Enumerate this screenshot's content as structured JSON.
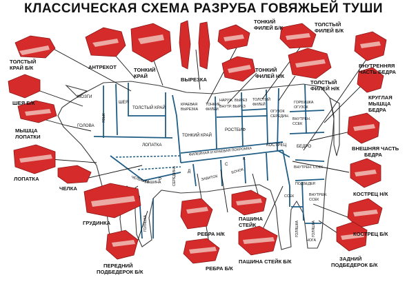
{
  "title": "КЛАССИЧЕСКАЯ СХЕМА РАЗРУБА ГОВЯЖЬЕЙ ТУШИ",
  "outer_labels": {
    "tolsty_kray": [
      "ТОЛСТЫЙ",
      "КРАЙ Б/К"
    ],
    "antrekot": "АНТРЕКОТ",
    "vyrezka": "ВЫРЕЗКА",
    "tonky_kray": [
      "ТОНКИЙ",
      "КРАЙ"
    ],
    "tonky_file_bk": [
      "ТОНКИЙ",
      "ФИЛЕЙ Б/К"
    ],
    "tolsty_file_bk": [
      "ТОЛСТЫЙ",
      "ФИЛЕЙ Б/К"
    ],
    "tonky_file_nk": [
      "ТОНКИЙ",
      "ФИЛЕЙ Н/К"
    ],
    "tolsty_file_nk": [
      "ТОЛСТЫЙ",
      "ФИЛЕЙ Н/К"
    ],
    "sheya_bk": "ШЕЯ Б/К",
    "vnutr_bedro": [
      "ВНУТРЕННЯЯ",
      "ЧАСТЬ БЕДРА"
    ],
    "kruglaya": [
      "КРУГЛАЯ",
      "МЫШЦА",
      "БЕДРА"
    ],
    "myshtsa_lopatki": [
      "МЫШЦА",
      "ЛОПАТКИ"
    ],
    "vnesh_bedro": [
      "ВНЕШНЯЯ ЧАСТЬ",
      "БЕДРА"
    ],
    "lopatka": "ЛОПАТКА",
    "chelka": "ЧЕЛКА",
    "kostrets_nk": "КОСТРЕЦ Н/К",
    "grudinka": "ГРУДИНКА",
    "rebra_nk": [
      "РЕБРА Н/К"
    ],
    "pashina_steik": [
      "ПАШИНА",
      "СТЕЙК"
    ],
    "kostrets_bk": "КОСТРЕЦ Б/К",
    "peredny_podb": [
      "ПЕРЕДНИЙ",
      "ПОДБЕДЕРОК Б/К"
    ],
    "rebra_bk": "РЕБРА Б/К",
    "pashina_steik_bk": "ПАШИНА СТЕЙК Б/К",
    "zadny_podb": [
      "ЗАДНИЙ",
      "ПОДБЕДЕРОК Б/К"
    ]
  },
  "inner_labels": {
    "mozgi": "МОЗГИ",
    "yazyk": "ЯЗЫК",
    "golova": "ГОЛОВА",
    "sheya": "ШЕЯ",
    "tolsty_kray": "ТОЛСТЫЙ КРАЙ",
    "lopatka": "ЛОПАТКА",
    "kraevaya_vyrezka": [
      "КРАЕВАЯ",
      "ВЫРЕЗКА"
    ],
    "tonkie_filei": [
      "ТОНКИЕ",
      "ФИЛЕИ"
    ],
    "naruzh_vyrez": [
      "НАРУЖ. ВЫРЕЗ",
      "ВНУТР. ВЫРЕЗ"
    ],
    "tolstye_filei": [
      "ТОЛСТЫЙ",
      "ФИЛЕЙ"
    ],
    "ogузок_seredina": [
      "ОГУЗОК",
      "СЕРЕДИН."
    ],
    "gorbushka": [
      "ГОРБУШКА",
      "ОГУЗОК"
    ],
    "vnutr_ssek": [
      "ВНУТРЕН.",
      "ССЕК"
    ],
    "rostbif": "РОСТБИФ",
    "tonky_kray": "ТОНКИЙ КРАЙ",
    "kostrets": "КОСТРЕЦ",
    "bedro": "БЕДРО",
    "filey_kraev": "ФИЛЕЙНАЯ И КРАЕВАЯ ПОКРОМКА",
    "vnutren_ssek2": "ВНУТРЕН. ССЕК",
    "chelyshka": "ЧЕЛЫШКА",
    "pashina": "ПАШИНА",
    "seredina": "СЕРЕДИНА",
    "zavitok": "ЗАВИТОК",
    "bochok": "БОЧОК",
    "podbedery": "ПОДБЕДЕР.",
    "vnutren_ssek3": [
      "ВНУТРЕН.",
      "ССЕК"
    ],
    "ssek": "ССЕК",
    "noga": "НОГА",
    "golyashka1": "ГОЛЯШКА",
    "golyashka2": "ГОЛЯШКА",
    "golyashka3": "ГОЛЯШКА",
    "letter_r": "Р",
    "letter_d": "Д",
    "letter_s": "С",
    "letter_k": "К"
  },
  "colors": {
    "meat": "#d62b2b",
    "cut_line": "#1f5c84",
    "text": "#111111"
  }
}
